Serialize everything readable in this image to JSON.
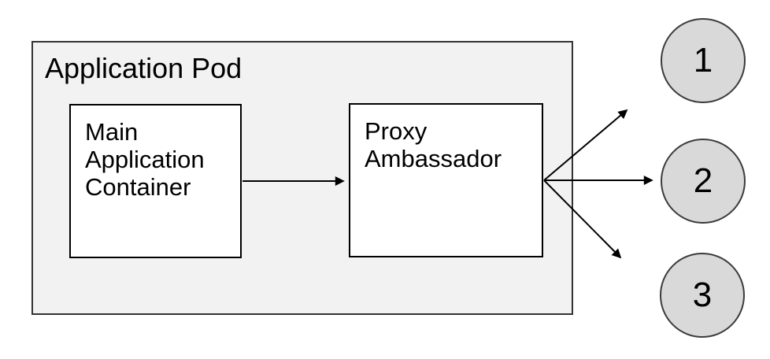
{
  "diagram": {
    "pod": {
      "label": "Application Pod",
      "nodes": [
        {
          "id": "main",
          "label": "Main Application Container"
        },
        {
          "id": "proxy",
          "label": "Proxy Ambassador"
        }
      ]
    },
    "endpoints": [
      {
        "id": "endpoint-1",
        "label": "1"
      },
      {
        "id": "endpoint-2",
        "label": "2"
      },
      {
        "id": "endpoint-3",
        "label": "3"
      }
    ],
    "connections": [
      {
        "from": "main",
        "to": "proxy"
      },
      {
        "from": "proxy",
        "to": "endpoint-1"
      },
      {
        "from": "proxy",
        "to": "endpoint-2"
      },
      {
        "from": "proxy",
        "to": "endpoint-3"
      }
    ],
    "colors": {
      "canvas_bg": "#ffffff",
      "pod_fill": "#f2f2f2",
      "pod_border": "#333333",
      "node_fill": "#ffffff",
      "node_border": "#000000",
      "circle_fill": "#d9d9d9",
      "circle_border": "#3b3b3b",
      "arrow_color": "#000000",
      "text_color": "#000000"
    }
  }
}
